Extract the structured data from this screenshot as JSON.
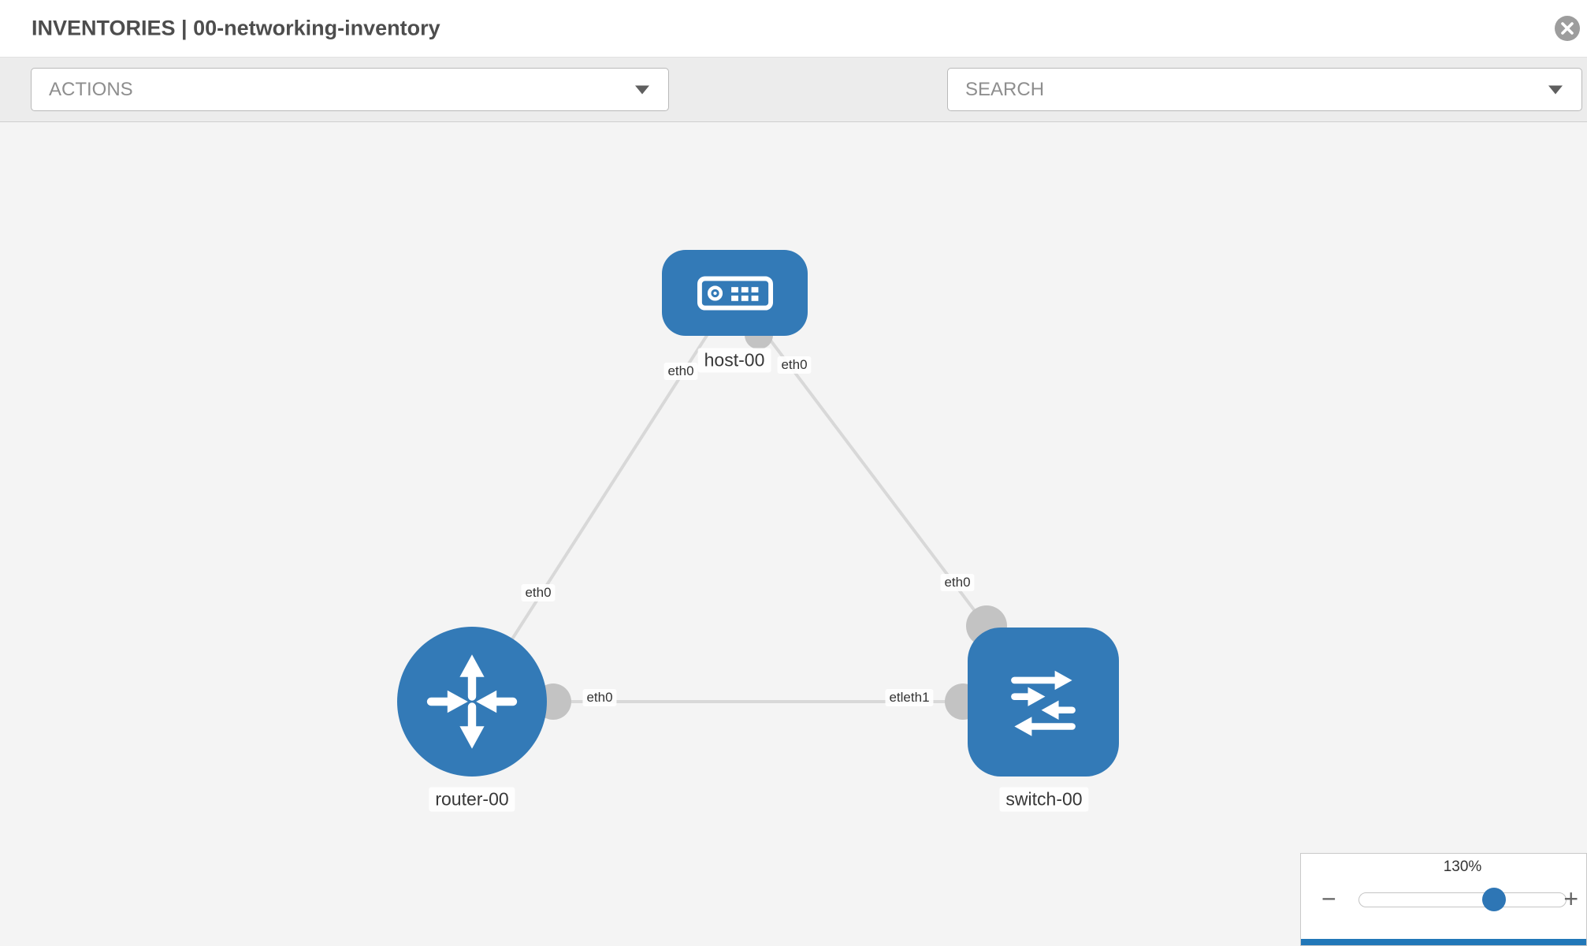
{
  "header": {
    "title": "INVENTORIES | 00-networking-inventory"
  },
  "toolbar": {
    "actions_label": "ACTIONS",
    "search_label": "SEARCH"
  },
  "topology": {
    "nodes": [
      {
        "id": "host-00",
        "type": "host",
        "label": "host-00"
      },
      {
        "id": "router-00",
        "type": "router",
        "label": "router-00"
      },
      {
        "id": "switch-00",
        "type": "switch",
        "label": "switch-00"
      }
    ],
    "links": [
      {
        "from": "host-00",
        "to": "router-00"
      },
      {
        "from": "host-00",
        "to": "switch-00"
      },
      {
        "from": "router-00",
        "to": "switch-00"
      }
    ],
    "port_labels": {
      "host_to_router": "eth0",
      "host_to_switch": "eth0",
      "router_to_host": "eth0",
      "switch_to_host": "eth0",
      "router_to_switch": "eth0",
      "switch_to_router": "etleth1"
    },
    "node_color": "#337ab7",
    "link_color": "#d8d8d8",
    "port_color": "#c3c3c3"
  },
  "zoom": {
    "level": "130%",
    "minus_label": "−",
    "plus_label": "+"
  }
}
